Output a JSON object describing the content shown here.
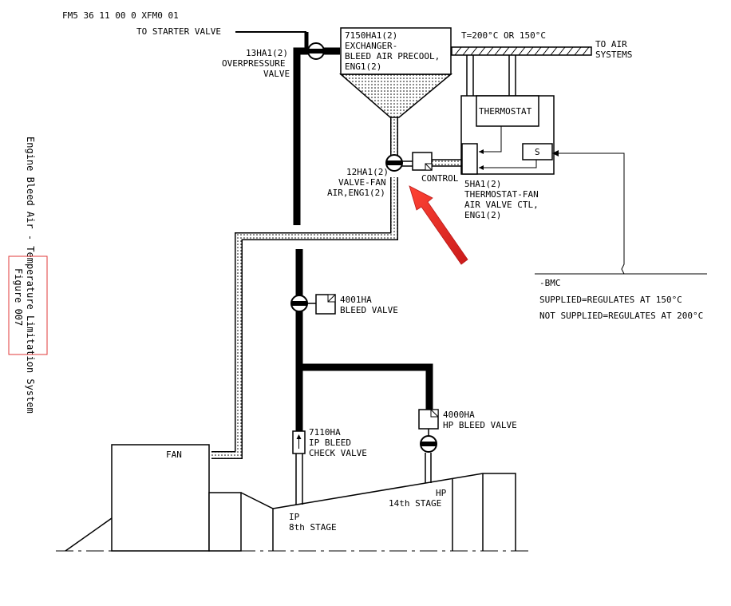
{
  "doc_ref": "FM5 36 11 00 0 XFM0 01",
  "to_starter_valve": "TO STARTER VALVE",
  "overpressure_valve": [
    "13HA1(2)",
    "OVERPRESSURE",
    "VALVE"
  ],
  "exchanger": [
    "7150HA1(2)",
    "EXCHANGER-",
    "BLEED AIR PRECOOL,",
    "ENG1(2)"
  ],
  "temperature": "T=200°C OR 150°C",
  "to_air_systems": [
    "TO AIR",
    "SYSTEMS"
  ],
  "thermostat": "THERMOSTAT",
  "sensor": "S",
  "control": "CONTROL",
  "fan_air_valve": [
    "12HA1(2)",
    "VALVE-FAN",
    "AIR,ENG1(2)"
  ],
  "thermostat_fan_valve": [
    "5HA1(2)",
    "THERMOSTAT-FAN",
    "AIR VALVE CTL,",
    "ENG1(2)"
  ],
  "bmc_note": [
    "-BMC",
    "SUPPLIED=REGULATES AT 150°C",
    "NOT SUPPLIED=REGULATES AT 200°C"
  ],
  "bleed_valve": [
    "4001HA",
    "BLEED VALVE"
  ],
  "hp_bleed_valve": [
    "4000HA",
    "HP BLEED VALVE"
  ],
  "ip_check_valve": [
    "7110HA",
    "IP BLEED",
    "CHECK VALVE"
  ],
  "fan": "FAN",
  "ip_stage": [
    "IP",
    "8th STAGE"
  ],
  "hp_stage": [
    "HP",
    "14th STAGE"
  ],
  "side_title": "Engine Bleed Air - Temperature Limitation System",
  "figure_label": "Figure 007",
  "colors": {
    "line": "#000000",
    "annotation_arrow": "#e8201c",
    "annotation_box": "#e03a3a"
  }
}
